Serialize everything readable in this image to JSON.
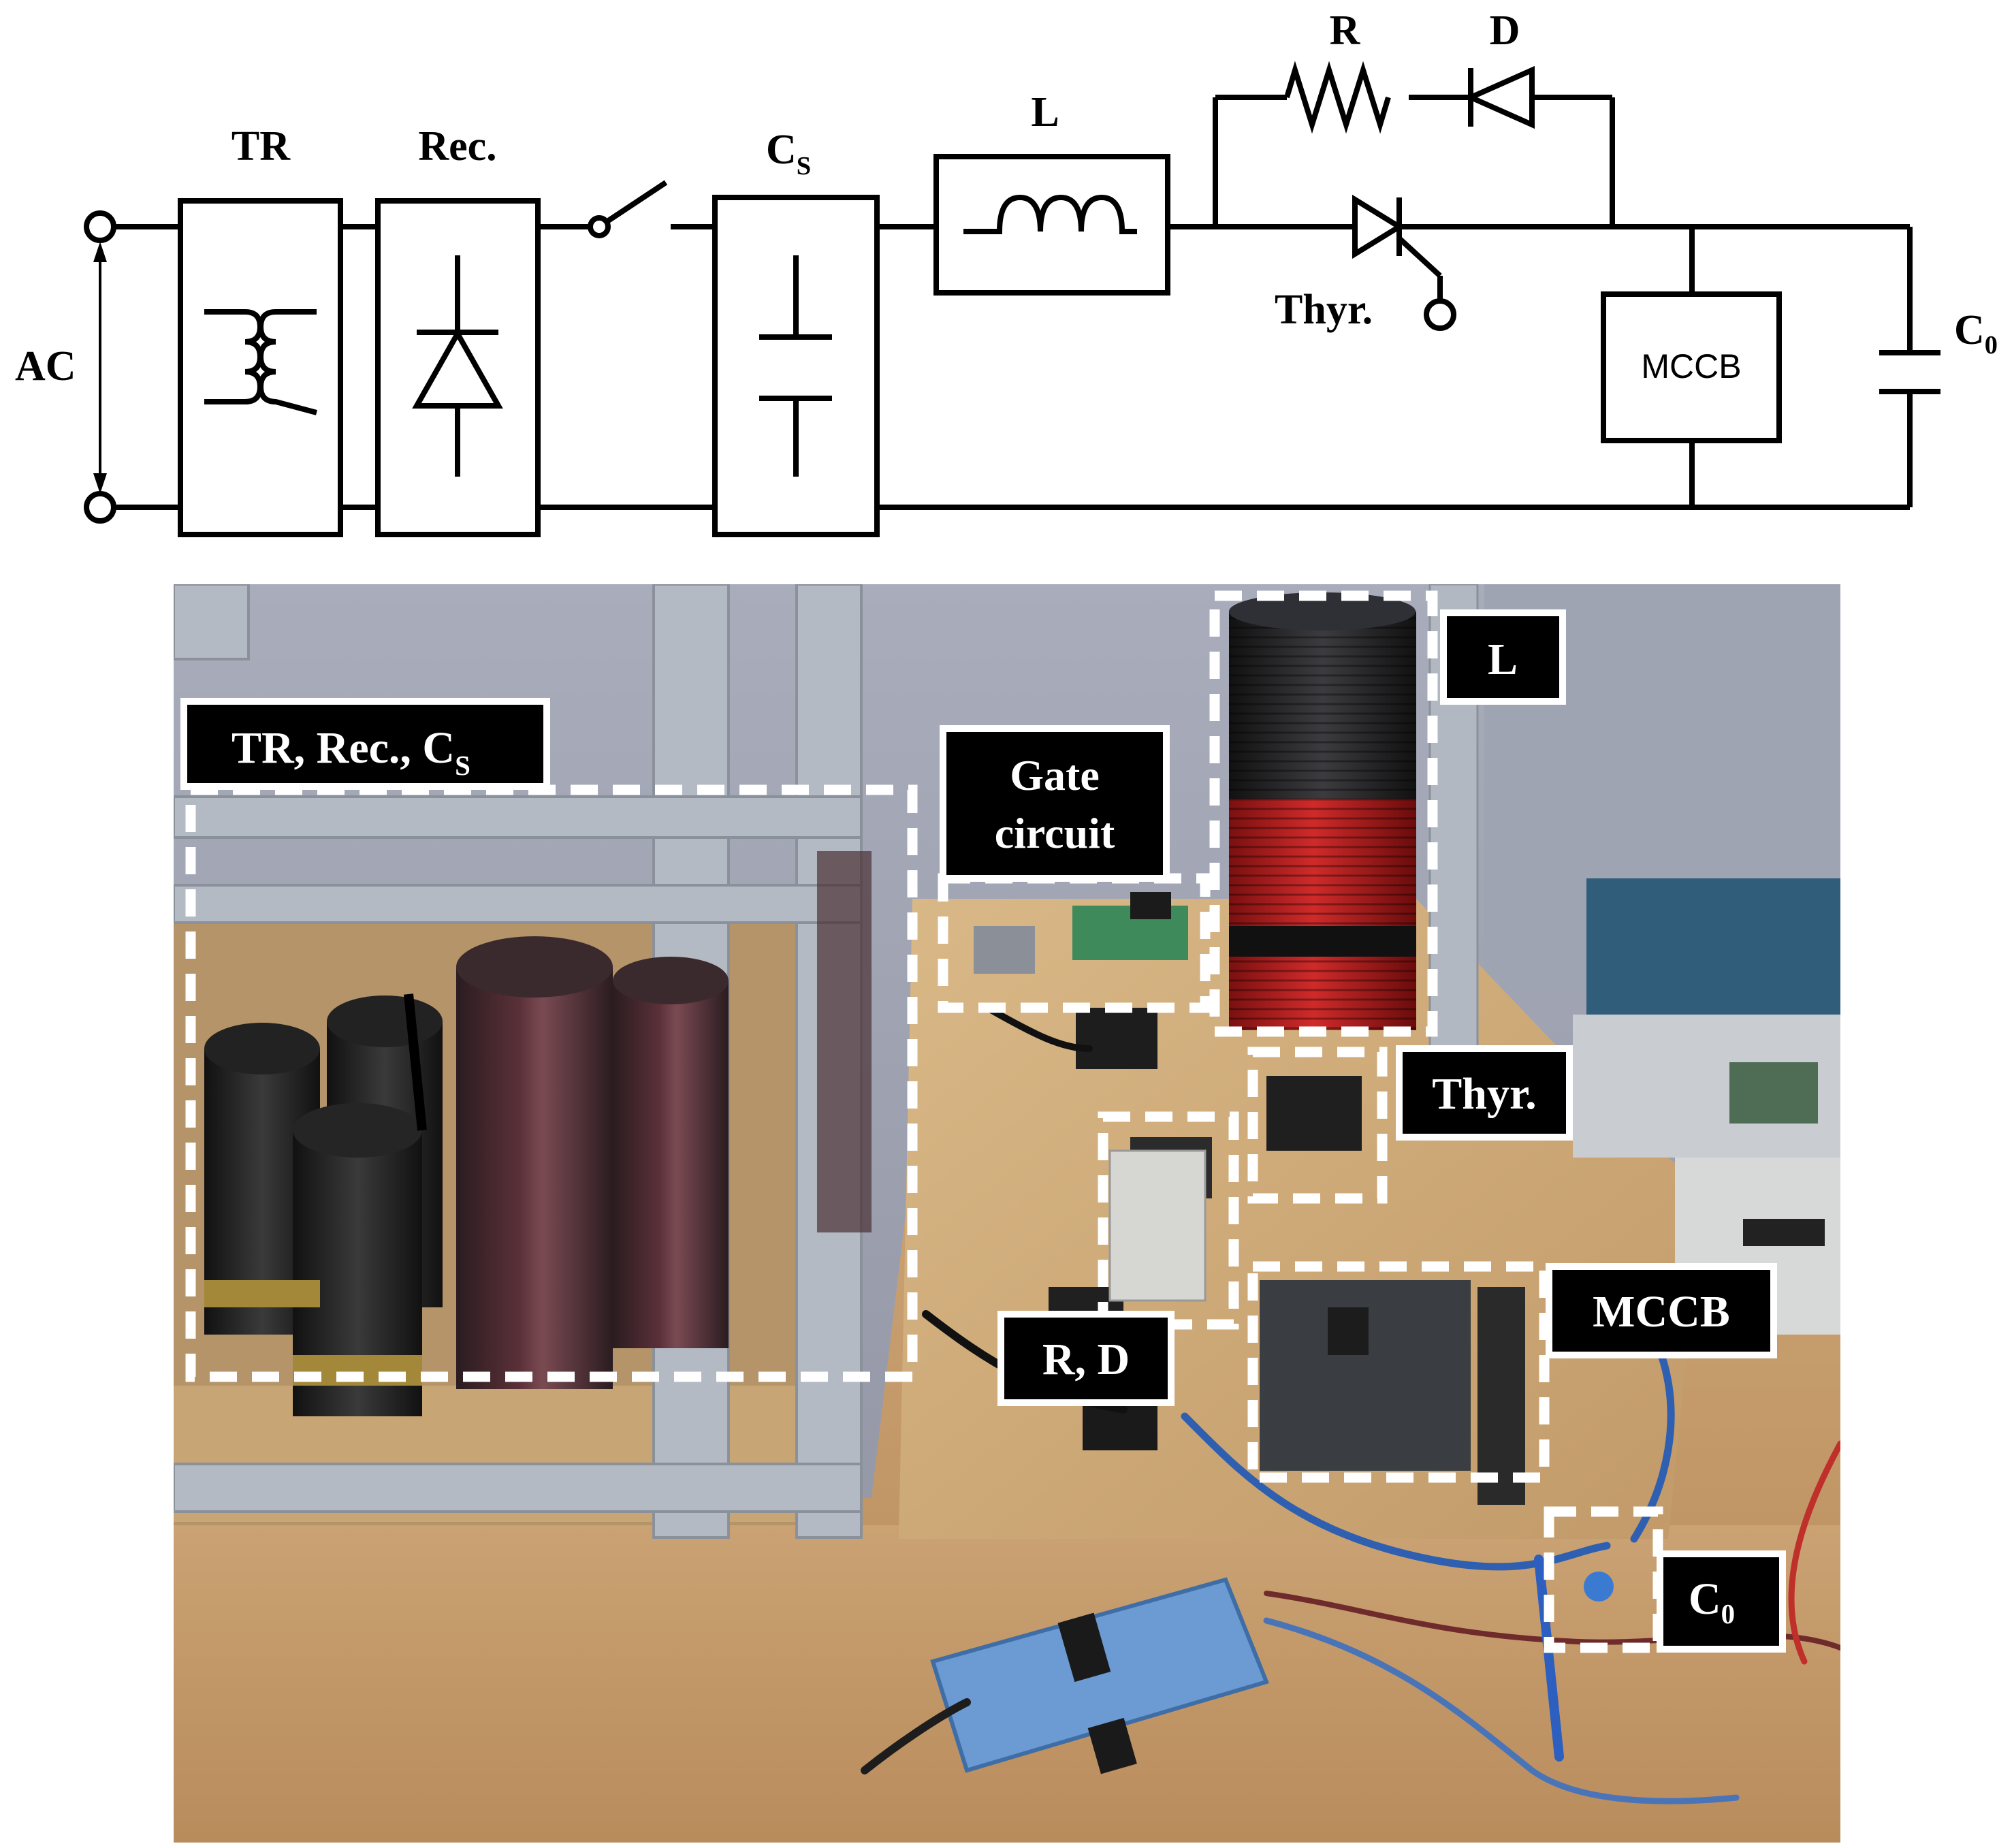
{
  "schematic": {
    "labels": {
      "ac": "AC",
      "tr": "TR",
      "rec": "Rec.",
      "cs_main": "C",
      "cs_sub": "S",
      "l": "L",
      "r": "R",
      "d": "D",
      "thyr": "Thyr.",
      "mccb": "MCCB",
      "c0_main": "C",
      "c0_sub": "0"
    },
    "wire_color": "#000000"
  },
  "photo": {
    "tags": {
      "tr_rec_cs_main": "TR, Rec., C",
      "tr_rec_cs_sub": "S",
      "gate_line1": "Gate",
      "gate_line2": "circuit",
      "l": "L",
      "thyr": "Thyr.",
      "rd": "R, D",
      "mccb": "MCCB",
      "c0_main": "C",
      "c0_sub": "0"
    },
    "tag_background": "#000000",
    "tag_text_color": "#ffffff",
    "dash_color": "#ffffff"
  }
}
